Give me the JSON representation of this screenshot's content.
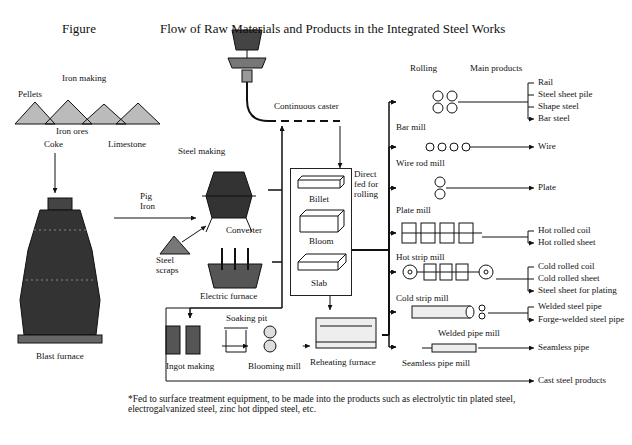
{
  "diagram": {
    "title": "Flow of Raw Materials and Products in the Integrated Steel Works",
    "caption": "*Fed to surface treatment equipment, to be made into the products such as electrolytic tin plated steel, electrogalvanized steel, zinc hot dipped steel, etc.",
    "nodes": [
      {
        "text": [
          "Blast furnace"
        ]
      },
      {
        "text": [
          "Converter"
        ]
      },
      {
        "text": [
          "Electric furnace"
        ]
      },
      {
        "text": [
          "Continuous caster"
        ]
      },
      {
        "text": [
          "Billet",
          "Bloom",
          "Slab"
        ]
      },
      {
        "text": [
          "Ingot making"
        ]
      },
      {
        "text": [
          "Blooming mill"
        ]
      },
      {
        "text": [
          "Reheating furnace"
        ]
      },
      {
        "text": [
          "Bar mill"
        ]
      },
      {
        "text": [
          "Wire rod mill"
        ]
      },
      {
        "text": [
          "Plate mill"
        ]
      },
      {
        "text": [
          "Hot strip mill"
        ]
      },
      {
        "text": [
          "Cold strip mill"
        ]
      },
      {
        "text": [
          "Welded pipe mill"
        ]
      },
      {
        "text": [
          "Seamless pipe mill"
        ]
      }
    ],
    "edges": [
      {
        "from": 0,
        "to": 1,
        "arrow": "to",
        "label": "Pig Iron"
      },
      {
        "from": 1,
        "to": 3,
        "arrow": "to"
      },
      {
        "from": 2,
        "to": 3,
        "arrow": "to"
      },
      {
        "from": 1,
        "to": 5,
        "arrow": "to"
      },
      {
        "from": 2,
        "to": 5,
        "arrow": "to"
      },
      {
        "from": 3,
        "to": 4,
        "arrow": "to"
      },
      {
        "from": 5,
        "to": 6,
        "arrow": "to"
      },
      {
        "from": 6,
        "to": 7,
        "arrow": "to"
      },
      {
        "from": 4,
        "to": 7,
        "arrow": "to"
      },
      {
        "from": 7,
        "to": 8,
        "arrow": "to"
      },
      {
        "from": 7,
        "to": 9,
        "arrow": "to"
      },
      {
        "from": 7,
        "to": 10,
        "arrow": "to"
      },
      {
        "from": 7,
        "to": 11,
        "arrow": "to"
      },
      {
        "from": 7,
        "to": 12,
        "arrow": "to"
      },
      {
        "from": 7,
        "to": 13,
        "arrow": "to"
      },
      {
        "from": 7,
        "to": 14,
        "arrow": "to"
      },
      {
        "from": 4,
        "to": 8,
        "arrow": "to"
      },
      {
        "from": 4,
        "to": 9,
        "arrow": "to"
      },
      {
        "from": 4,
        "to": 10,
        "arrow": "to"
      },
      {
        "from": 4,
        "to": 11,
        "arrow": "to"
      },
      {
        "from": 4,
        "to": 12,
        "arrow": "to"
      },
      {
        "from": 4,
        "to": 13,
        "arrow": "to"
      },
      {
        "from": 4,
        "to": 14,
        "arrow": "to"
      }
    ],
    "labels": [
      "Figure",
      "Iron making",
      "Pellets",
      "Iron ores",
      "Coke",
      "Limestone",
      "Steel making",
      "Steel scraps",
      "Soaking pit",
      "Direct fed for rolling",
      "Rolling",
      "Main products",
      "Rail",
      "Steel sheet pile",
      "Shape steel",
      "Bar steel",
      "Wire",
      "Plate",
      "Hot rolled coil",
      "Hot rolled sheet",
      "Cold rolled coil",
      "Cold rolled sheet",
      "Steel sheet for plating",
      "Welded steel pipe",
      "Forge-welded steel pipe",
      "Seamless pipe",
      "Cast steel products"
    ]
  }
}
